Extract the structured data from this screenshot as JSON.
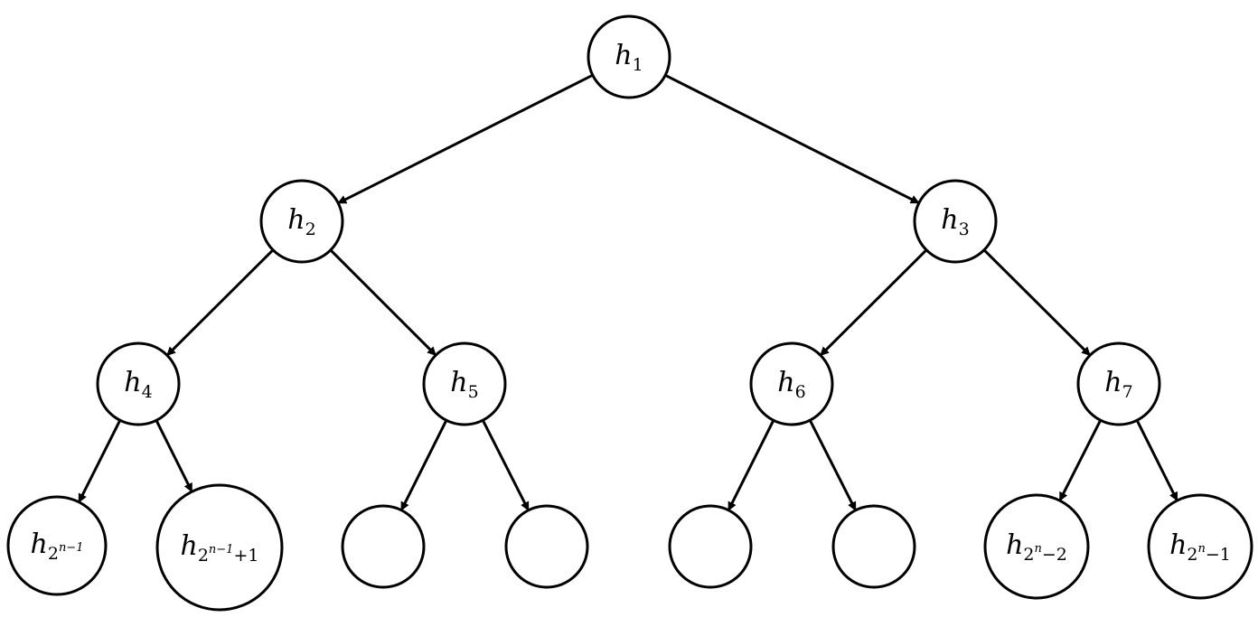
{
  "diagram": {
    "type": "binary-tree",
    "nodes": [
      {
        "id": "n1",
        "label": {
          "base": "h",
          "sub": "1"
        }
      },
      {
        "id": "n2",
        "label": {
          "base": "h",
          "sub": "2"
        }
      },
      {
        "id": "n3",
        "label": {
          "base": "h",
          "sub": "3"
        }
      },
      {
        "id": "n4",
        "label": {
          "base": "h",
          "sub": "4"
        }
      },
      {
        "id": "n5",
        "label": {
          "base": "h",
          "sub": "5"
        }
      },
      {
        "id": "n6",
        "label": {
          "base": "h",
          "sub": "6"
        }
      },
      {
        "id": "n7",
        "label": {
          "base": "h",
          "sub": "7"
        }
      },
      {
        "id": "n8",
        "label": {
          "base": "h",
          "sub": "2",
          "sup": "n−1",
          "tail": ""
        }
      },
      {
        "id": "n9",
        "label": {
          "base": "h",
          "sub": "2",
          "sup": "n−1",
          "tail": "+1"
        }
      },
      {
        "id": "n10",
        "label": null
      },
      {
        "id": "n11",
        "label": null
      },
      {
        "id": "n12",
        "label": null
      },
      {
        "id": "n13",
        "label": null
      },
      {
        "id": "n14",
        "label": {
          "base": "h",
          "sub": "2",
          "sup": "n",
          "tail": "−2"
        }
      },
      {
        "id": "n15",
        "label": {
          "base": "h",
          "sub": "2",
          "sup": "n",
          "tail": "−1"
        }
      }
    ],
    "edges": [
      [
        "n1",
        "n2"
      ],
      [
        "n1",
        "n3"
      ],
      [
        "n2",
        "n4"
      ],
      [
        "n2",
        "n5"
      ],
      [
        "n3",
        "n6"
      ],
      [
        "n3",
        "n7"
      ],
      [
        "n4",
        "n8"
      ],
      [
        "n4",
        "n9"
      ],
      [
        "n5",
        "n10"
      ],
      [
        "n5",
        "n11"
      ],
      [
        "n6",
        "n12"
      ],
      [
        "n6",
        "n13"
      ],
      [
        "n7",
        "n14"
      ],
      [
        "n7",
        "n15"
      ]
    ]
  }
}
